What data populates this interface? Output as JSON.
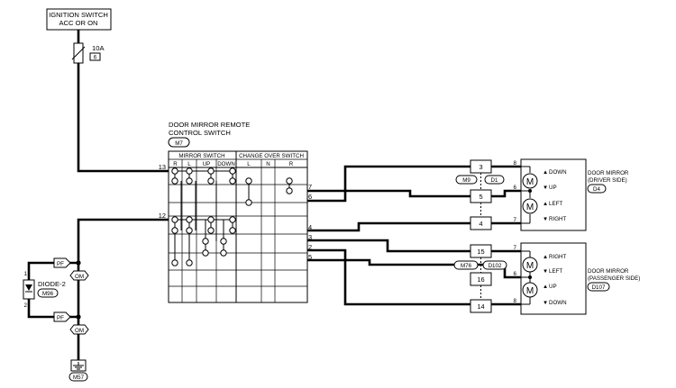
{
  "power": {
    "line1": "IGNITION SWITCH",
    "line2": "ACC OR ON",
    "fuse_rating": "10A",
    "fuse_no": "6"
  },
  "remote_switch": {
    "title_line1": "DOOR MIRROR REMOTE",
    "title_line2": "CONTROL SWITCH",
    "connector": "M7",
    "mirror_switch_label": "MIRROR SWITCH",
    "mirror_cols": [
      "R",
      "L",
      "UP",
      "DOWN"
    ],
    "changeover_label": "CHANGE OVER SWITCH",
    "changeover_cols": [
      "L",
      "N",
      "R"
    ],
    "pins_left": [
      "13",
      "12"
    ],
    "pins_right": [
      "7",
      "6",
      "4",
      "3",
      "2",
      "5"
    ]
  },
  "diode": {
    "name": "DIODE-2",
    "connector": "M96",
    "pin_top": "1",
    "pin_bottom": "2",
    "pf_label": "PF",
    "om_label": "OM"
  },
  "ground": {
    "connector": "M57"
  },
  "driver_joint": {
    "pins": [
      "3",
      "5",
      "4"
    ],
    "connectors": [
      "M9",
      "D1"
    ]
  },
  "passenger_joint": {
    "pins": [
      "15",
      "16",
      "14"
    ],
    "connectors": [
      "M76",
      "D102"
    ]
  },
  "driver_mirror": {
    "title_line1": "DOOR MIRROR",
    "title_line2": "(DRIVER SIDE)",
    "connector": "D4",
    "pins": [
      "8",
      "6",
      "7"
    ],
    "motor_symbol": "M",
    "motor1_labels": [
      "DOWN",
      "UP"
    ],
    "motor2_labels": [
      "LEFT",
      "RIGHT"
    ]
  },
  "passenger_mirror": {
    "title_line1": "DOOR MIRROR",
    "title_line2": "(PASSENGER SIDE)",
    "connector": "D107",
    "pins": [
      "7",
      "6",
      "8"
    ],
    "motor_symbol": "M",
    "motor1_labels": [
      "RIGHT",
      "LEFT"
    ],
    "motor2_labels": [
      "UP",
      "DOWN"
    ]
  }
}
